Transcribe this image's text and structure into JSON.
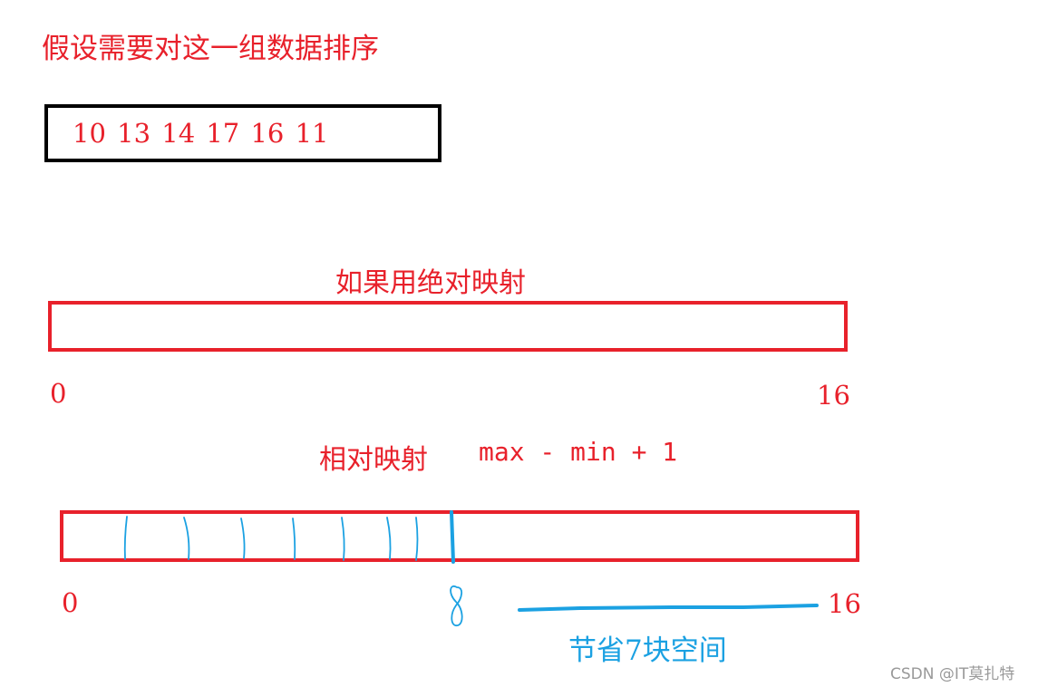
{
  "title": "假设需要对这一组数据排序",
  "data_values": "10 13 14 17 16 11",
  "absolute_map": {
    "label": "如果用绝对映射",
    "start": "0",
    "end": "16"
  },
  "relative_map": {
    "label": "相对映射",
    "formula": "max - min + 1",
    "start": "0",
    "end": "16",
    "mark": "8"
  },
  "saving_note": "节省7块空间",
  "watermark": "CSDN @IT莫扎特",
  "colors": {
    "text_red": "#e8212b",
    "box_black": "#000000",
    "annotation_blue": "#1ba1e2"
  }
}
